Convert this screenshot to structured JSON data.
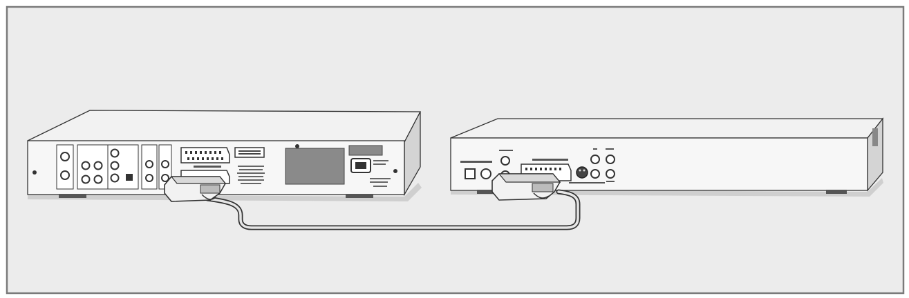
{
  "colors": {
    "panel_fill": "#ececec",
    "frame": "#7a7a7a",
    "device_top": "#f2f2f2",
    "device_front": "#f7f7f7",
    "device_side": "#d2d2d2",
    "outline": "#333333",
    "dark_panel": "#8a8a8a",
    "cable": "#e6e6e6"
  },
  "icons": {
    "left_device": "dvd-recorder-rear-panel",
    "right_device": "receiver-rear-panel",
    "cable": "scart-cable"
  }
}
